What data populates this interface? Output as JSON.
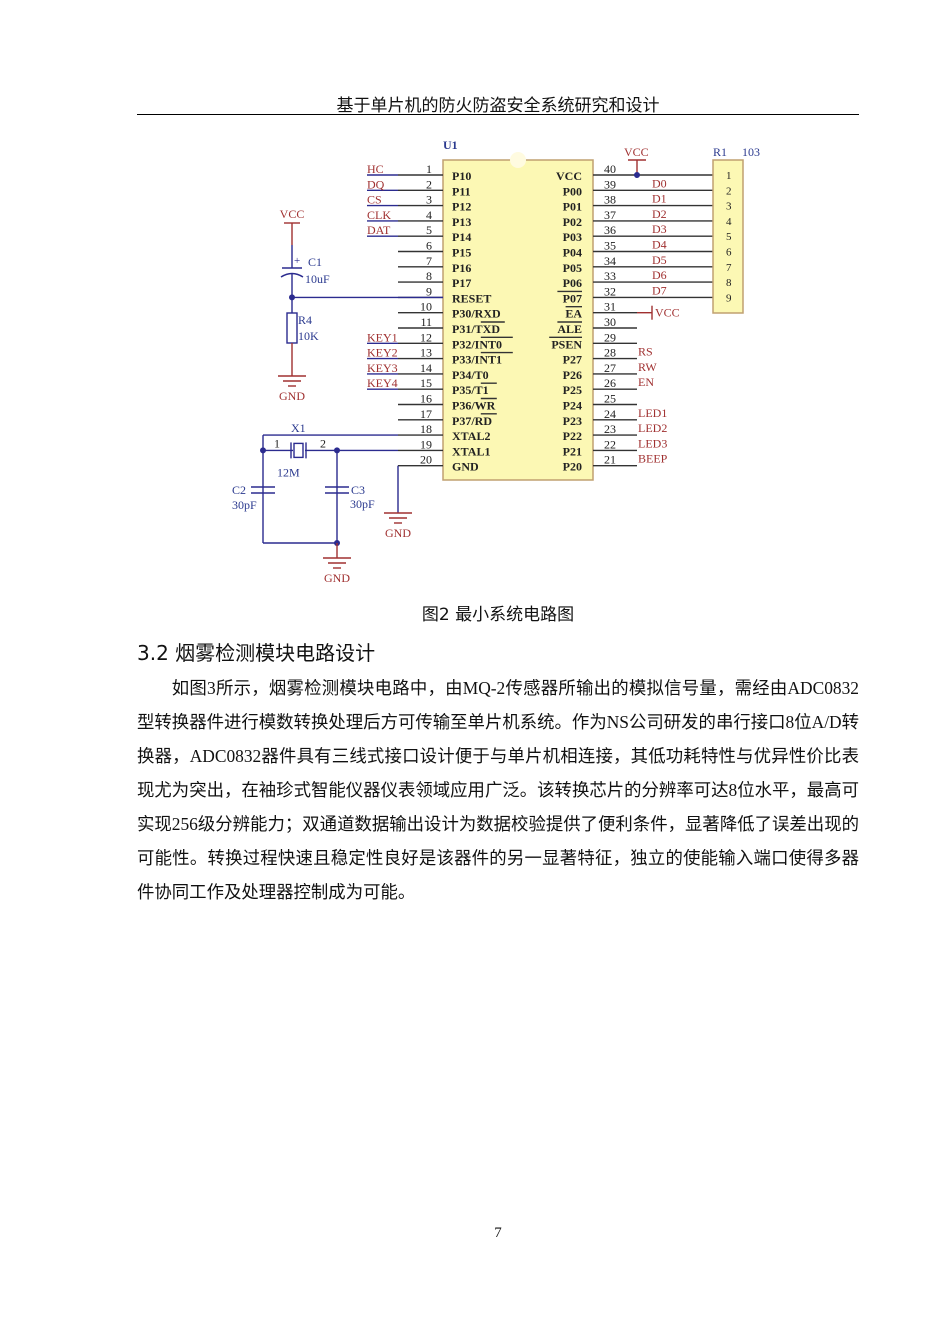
{
  "header": {
    "title": "基于单片机的防火防盗安全系统研究和设计"
  },
  "figure": {
    "caption": "图2 最小系统电路图",
    "colors": {
      "wire": "#2b2b8f",
      "net_label": "#a03030",
      "chip_fill": "#fcf8b4",
      "chip_border": "#c0a070",
      "text": "#222222",
      "designator": "#2b3a8f"
    },
    "chip": {
      "designator": "U1",
      "left_pins": [
        {
          "num": "1",
          "name": "P10",
          "net": "HC"
        },
        {
          "num": "2",
          "name": "P11",
          "net": "DQ"
        },
        {
          "num": "3",
          "name": "P12",
          "net": "CS"
        },
        {
          "num": "4",
          "name": "P13",
          "net": "CLK"
        },
        {
          "num": "5",
          "name": "P14",
          "net": "DAT"
        },
        {
          "num": "6",
          "name": "P15",
          "net": ""
        },
        {
          "num": "7",
          "name": "P16",
          "net": ""
        },
        {
          "num": "8",
          "name": "P17",
          "net": ""
        },
        {
          "num": "9",
          "name": "RESET",
          "net": ""
        },
        {
          "num": "10",
          "name": "P30/RXD",
          "net": ""
        },
        {
          "num": "11",
          "name": "P31/TXD",
          "net": ""
        },
        {
          "num": "12",
          "name": "P32/INT0",
          "net": "KEY1"
        },
        {
          "num": "13",
          "name": "P33/INT1",
          "net": "KEY2"
        },
        {
          "num": "14",
          "name": "P34/T0",
          "net": "KEY3"
        },
        {
          "num": "15",
          "name": "P35/T1",
          "net": "KEY4"
        },
        {
          "num": "16",
          "name": "P36/WR",
          "net": ""
        },
        {
          "num": "17",
          "name": "P37/RD",
          "net": ""
        },
        {
          "num": "18",
          "name": "XTAL2",
          "net": ""
        },
        {
          "num": "19",
          "name": "XTAL1",
          "net": ""
        },
        {
          "num": "20",
          "name": "GND",
          "net": ""
        }
      ],
      "right_pins": [
        {
          "num": "40",
          "name": "VCC",
          "net": ""
        },
        {
          "num": "39",
          "name": "P00",
          "net": "D0"
        },
        {
          "num": "38",
          "name": "P01",
          "net": "D1"
        },
        {
          "num": "37",
          "name": "P02",
          "net": "D2"
        },
        {
          "num": "36",
          "name": "P03",
          "net": "D3"
        },
        {
          "num": "35",
          "name": "P04",
          "net": "D4"
        },
        {
          "num": "34",
          "name": "P05",
          "net": "D5"
        },
        {
          "num": "33",
          "name": "P06",
          "net": "D6"
        },
        {
          "num": "32",
          "name": "P07",
          "net": "D7"
        },
        {
          "num": "31",
          "name": "EA",
          "net": "VCC"
        },
        {
          "num": "30",
          "name": "ALE",
          "net": ""
        },
        {
          "num": "29",
          "name": "PSEN",
          "net": ""
        },
        {
          "num": "28",
          "name": "P27",
          "net": "RS"
        },
        {
          "num": "27",
          "name": "P26",
          "net": "RW"
        },
        {
          "num": "26",
          "name": "P25",
          "net": "EN"
        },
        {
          "num": "25",
          "name": "P24",
          "net": ""
        },
        {
          "num": "24",
          "name": "P23",
          "net": "LED1"
        },
        {
          "num": "23",
          "name": "P22",
          "net": "LED2"
        },
        {
          "num": "22",
          "name": "P21",
          "net": "LED3"
        },
        {
          "num": "21",
          "name": "P20",
          "net": "BEEP"
        }
      ]
    },
    "resistor_pack": {
      "designator": "R1",
      "value": "103",
      "pins": [
        "1",
        "2",
        "3",
        "4",
        "5",
        "6",
        "7",
        "8",
        "9"
      ]
    },
    "vcc_label": "VCC",
    "gnd_label": "GND",
    "c1": {
      "designator": "C1",
      "value": "10uF"
    },
    "r4": {
      "designator": "R4",
      "value": "10K"
    },
    "x1": {
      "designator": "X1",
      "value": "12M",
      "pin1": "1",
      "pin2": "2"
    },
    "c2": {
      "designator": "C2",
      "value": "30pF"
    },
    "c3": {
      "designator": "C3",
      "value": "30pF"
    }
  },
  "section": {
    "heading": "3.2 烟雾检测模块电路设计",
    "paragraph": "如图3所示，烟雾检测模块电路中，由MQ-2传感器所输出的模拟信号量，需经由ADC0832型转换器件进行模数转换处理后方可传输至单片机系统。作为NS公司研发的串行接口8位A/D转换器，ADC0832器件具有三线式接口设计便于与单片机相连接，其低功耗特性与优异性价比表现尤为突出，在袖珍式智能仪器仪表领域应用广泛。该转换芯片的分辨率可达8位水平，最高可实现256级分辨能力；双通道数据输出设计为数据校验提供了便利条件，显著降低了误差出现的可能性。转换过程快速且稳定性良好是该器件的另一显著特征，独立的使能输入端口使得多器件协同工作及处理器控制成为可能。"
  },
  "page_number": "7"
}
